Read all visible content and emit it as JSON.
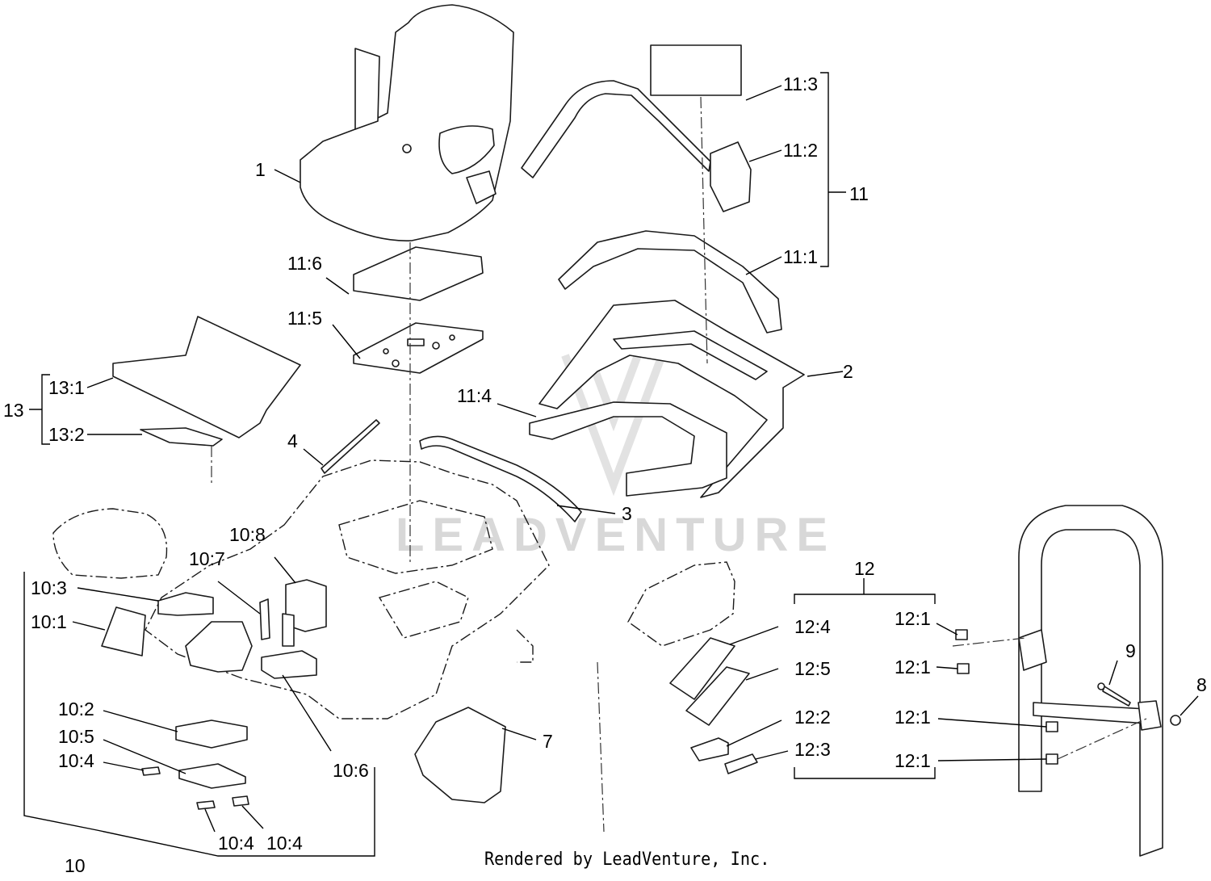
{
  "diagram": {
    "labels": {
      "p1": "1",
      "p2": "2",
      "p3": "3",
      "p4": "4",
      "p7": "7",
      "p8": "8",
      "p9": "9",
      "p10": "10",
      "p10_1": "10:1",
      "p10_2": "10:2",
      "p10_3": "10:3",
      "p10_4a": "10:4",
      "p10_4b": "10:4",
      "p10_4c": "10:4",
      "p10_5": "10:5",
      "p10_6": "10:6",
      "p10_7": "10:7",
      "p10_8": "10:8",
      "p11": "11",
      "p11_1": "11:1",
      "p11_2": "11:2",
      "p11_3": "11:3",
      "p11_4": "11:4",
      "p11_5": "11:5",
      "p11_6": "11:6",
      "p12": "12",
      "p12_1a": "12:1",
      "p12_1b": "12:1",
      "p12_1c": "12:1",
      "p12_1d": "12:1",
      "p12_2": "12:2",
      "p12_3": "12:3",
      "p12_4": "12:4",
      "p12_5": "12:5",
      "p13": "13",
      "p13_1": "13:1",
      "p13_2": "13:2"
    },
    "watermark": "LEADVENTURE",
    "footer": "Rendered by LeadVenture, Inc."
  }
}
